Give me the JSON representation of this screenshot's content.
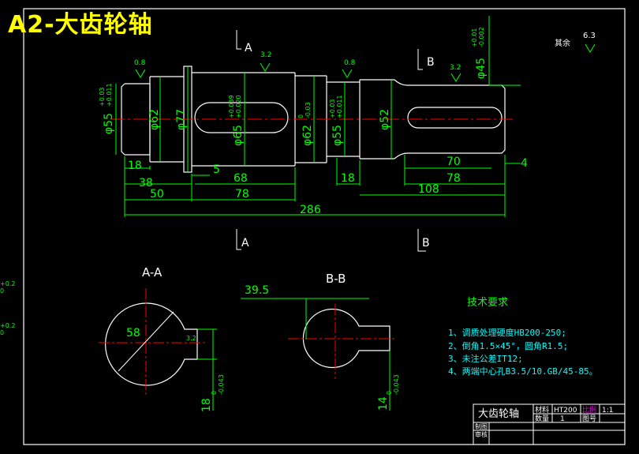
{
  "title": "A2-大齿轮轴",
  "surface_finish": {
    "rest_label": "其余",
    "rest_value": "6.3",
    "r08": "0.8",
    "r32": "3.2"
  },
  "section_marks": {
    "a": "A",
    "b": "B"
  },
  "dimensions": {
    "d55_top": "φ55",
    "d55_tol": "+0.03\n+0.011",
    "d62": "φ62",
    "d77": "φ77",
    "d65": "φ65",
    "d65_tol": "+0.039\n+0.020",
    "d62b": "φ62",
    "d62b_tol": "0\n-0.03",
    "d55b": "φ55",
    "d55b_tol": "+0.03\n+0.011",
    "d52": "φ52",
    "d45": "φ45",
    "d45_tol": "+0.01\n-0.002",
    "l18a": "18",
    "l38": "38",
    "l50": "50",
    "l5": "5",
    "l68": "68",
    "l78a": "78",
    "l18b": "18",
    "l70": "70",
    "l78b": "78",
    "l108": "108",
    "l4": "4",
    "l286": "286"
  },
  "section_aa": {
    "label": "A-A",
    "dim": "58",
    "dim_tol": "+0.2\n0",
    "width": "18",
    "width_tol": "0\n-0.043",
    "finish": "3.2"
  },
  "section_bb": {
    "label": "B-B",
    "dim": "39.5",
    "dim_tol": "+0.2\n0",
    "width": "14",
    "width_tol": "0\n-0.043"
  },
  "tech_requirements": {
    "heading": "技术要求",
    "items": [
      "1、调质处理硬度HB200-250;",
      "2、倒角1.5×45°，圆角R1.5;",
      "3、未注公差IT12;",
      "4、两端中心孔B3.5/10.GB/45-85。"
    ]
  },
  "title_block": {
    "name": "大齿轮轴",
    "material_label": "材料",
    "material": "HT200",
    "scale_label": "比例",
    "scale": "1:1",
    "qty_label": "数量",
    "qty": "1",
    "drawing_no_label": "图号",
    "designer_label": "制图",
    "reviewer_label": "审核"
  },
  "colors": {
    "outline": "#ffffff",
    "dimension": "#00ff00",
    "centerline": "#ff0000",
    "title": "#ffff00",
    "text": "#00ffff",
    "magenta": "#ff00ff"
  }
}
